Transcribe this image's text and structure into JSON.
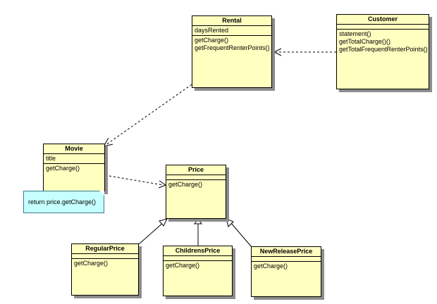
{
  "classes": {
    "rental": {
      "name": "Rental",
      "attributes": [
        "daysRented"
      ],
      "operations": [
        "getCharge()",
        "getFrequentRenterPoints()"
      ]
    },
    "customer": {
      "name": "Customer",
      "attributes": [],
      "operations": [
        "statement()",
        "getTotalCharge()()",
        "getTotalFrequentRenterPoints()"
      ]
    },
    "movie": {
      "name": "Movie",
      "attributes": [
        "title"
      ],
      "operations": [
        "getCharge()"
      ]
    },
    "price": {
      "name": "Price",
      "attributes": [],
      "operations": [
        "getCharge()"
      ]
    },
    "regularPrice": {
      "name": "RegularPrice",
      "attributes": [],
      "operations": [
        "getCharge()"
      ]
    },
    "childrensPrice": {
      "name": "ChildrensPrice",
      "attributes": [],
      "operations": [
        "getCharge()"
      ]
    },
    "newReleasePrice": {
      "name": "NewReleasePrice",
      "attributes": [],
      "operations": [
        "getCharge()"
      ]
    }
  },
  "note": {
    "text": "return price.getCharge()"
  },
  "colors": {
    "class_fill": "#ffffc0",
    "note_fill": "#c6ffff",
    "shadow": "#8c8c8c",
    "line": "#000000"
  }
}
